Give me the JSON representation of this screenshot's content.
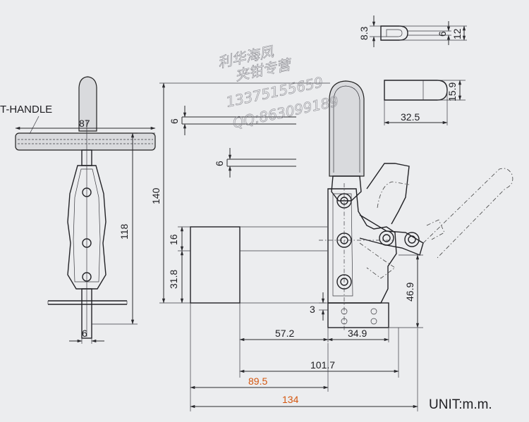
{
  "labels": {
    "handle_type": "T-HANDLE",
    "unit": "UNIT:m.m."
  },
  "dimensions": {
    "handle_width": "87",
    "handle_height": "118",
    "base_thickness": "6",
    "slot_width": "6",
    "slot_pitch_top": "6",
    "slot_pitch_mid": "6",
    "total_height": "140",
    "spindle_offset": "16",
    "spindle_height": "31.8",
    "base_step": "3",
    "base_height": "46.9",
    "spindle_reach": "57.2",
    "base_width": "34.9",
    "arm_reach": "101.7",
    "open_reach": "89.5",
    "overall_length": "134",
    "end_slot_height": "8.3",
    "end_slot_width": "6",
    "end_total_width": "12",
    "pad_height": "15.9",
    "pad_length": "32.5"
  },
  "colors": {
    "highlight_dimension": "#d4560e",
    "line": "#2a2a2e",
    "background": "#ecedef"
  },
  "watermark": {
    "line1": "利华海凤",
    "line2": "夹钳专营",
    "line3": "13375155659",
    "line4": "QQ:863099189"
  }
}
